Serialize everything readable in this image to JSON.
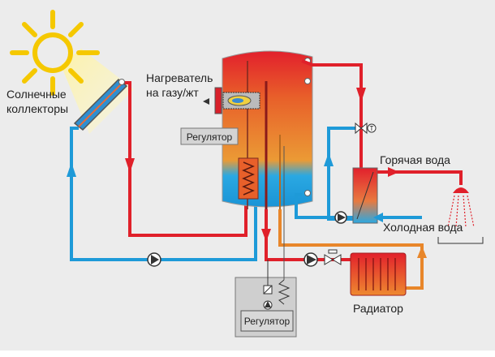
{
  "labels": {
    "collectors_line1": "Солнечные",
    "collectors_line2": "коллекторы",
    "heater_line1": "Нагреватель",
    "heater_line2": "на газу/жт",
    "regulator_tank": "Регулятор",
    "regulator_bottom": "Регулятор",
    "hot_water": "Горячая вода",
    "cold_water": "Холодная вода",
    "radiator": "Радиатор",
    "valve_t": "T"
  },
  "colors": {
    "hot": "#e0202a",
    "cold": "#1e9ad8",
    "heating": "#e8862a",
    "sun": "#f5c800",
    "background": "#ececec"
  }
}
